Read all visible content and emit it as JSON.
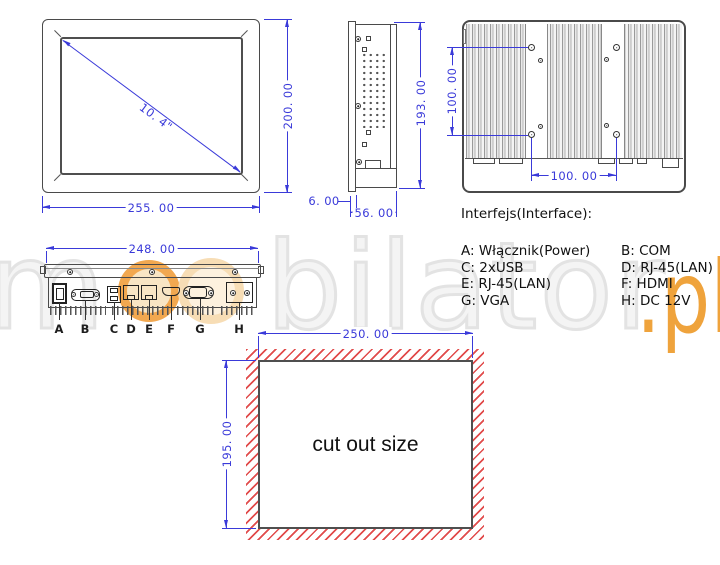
{
  "watermark": {
    "letter_m": "m",
    "letters_rest": "bilator",
    "suffix": ".pl",
    "orange": "#efa33c",
    "gray": "#e3e3e3"
  },
  "front_view": {
    "diagonal_label": "10. 4\"",
    "width_label": "255. 00",
    "height_label": "200. 00"
  },
  "side_view": {
    "height_label": "193. 00",
    "depth_label": "56. 00",
    "bezel_label": "6. 00"
  },
  "rear_view": {
    "vesa_vertical_label": "100. 00",
    "vesa_horizontal_label": "100. 00"
  },
  "bottom_view": {
    "width_label": "248. 00",
    "port_labels": [
      "A",
      "B",
      "C",
      "D",
      "E",
      "F",
      "G",
      "H"
    ]
  },
  "legend": {
    "title": "Interfejs(Interface):",
    "col1": [
      "A: Włącznik(Power)",
      "C: 2xUSB",
      "E: RJ-45(LAN)",
      "G: VGA"
    ],
    "col2": [
      "B: COM",
      "D: RJ-45(LAN)",
      "F:  HDMI",
      "H: DC 12V"
    ]
  },
  "cutout": {
    "width_label": "250. 00",
    "height_label": "195. 00",
    "label": "cut out size"
  },
  "colors": {
    "dimension_blue": "#3a3ad9",
    "outline_dark": "#4a4a4a",
    "hatch_red": "#e14b4b"
  }
}
